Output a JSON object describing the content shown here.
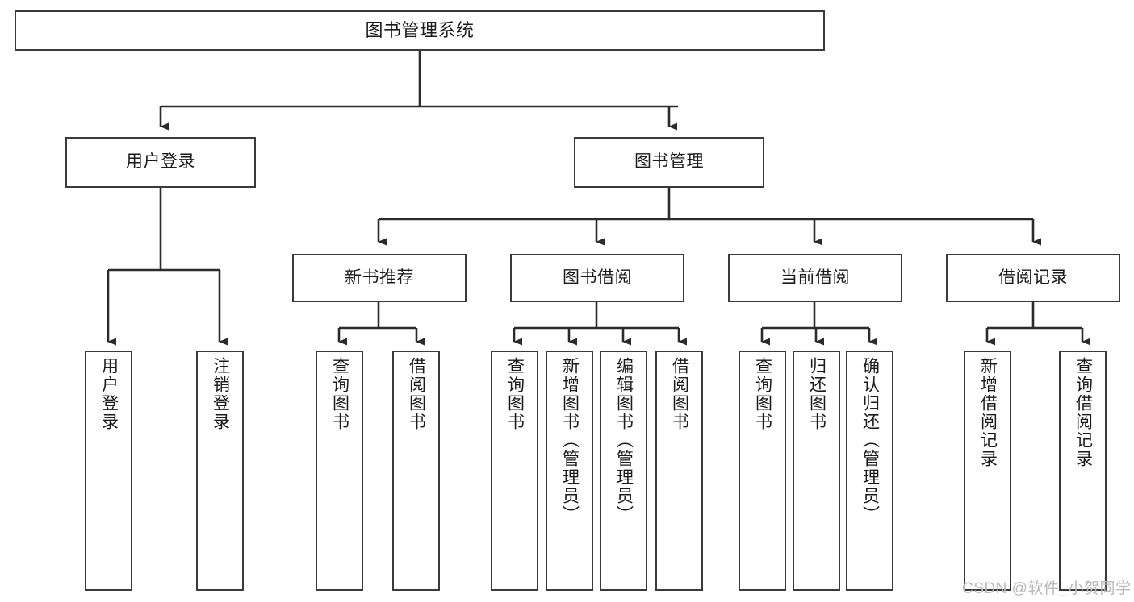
{
  "diagram": {
    "title": "图书管理系统",
    "type": "hierarchy-tree",
    "watermark": "CSDN @软件_小贺同学",
    "colors": {
      "border": "#3a3a3a",
      "background": "#ffffff",
      "text": "#1b1b1b",
      "connector": "#2b2b2b",
      "watermark": "#b9b9b9"
    },
    "levels": {
      "root": {
        "label": "图书管理系统"
      },
      "level2": [
        {
          "label": "用户登录"
        },
        {
          "label": "图书管理"
        }
      ],
      "level3": [
        {
          "label": "新书推荐"
        },
        {
          "label": "图书借阅"
        },
        {
          "label": "当前借阅"
        },
        {
          "label": "借阅记录"
        }
      ],
      "leaves": {
        "user_login": [
          {
            "label": "用户登录"
          },
          {
            "label": "注销登录"
          }
        ],
        "new_book_recommend": [
          {
            "label": "查询图书"
          },
          {
            "label": "借阅图书"
          }
        ],
        "book_borrow": [
          {
            "label": "查询图书"
          },
          {
            "label": "新增图书（管理员）"
          },
          {
            "label": "编辑图书（管理员）"
          },
          {
            "label": "借阅图书"
          }
        ],
        "current_borrow": [
          {
            "label": "查询图书"
          },
          {
            "label": "归还图书"
          },
          {
            "label": "确认归还（管理员）"
          }
        ],
        "borrow_records": [
          {
            "label": "新增借阅记录"
          },
          {
            "label": "查询借阅记录"
          }
        ]
      }
    }
  }
}
